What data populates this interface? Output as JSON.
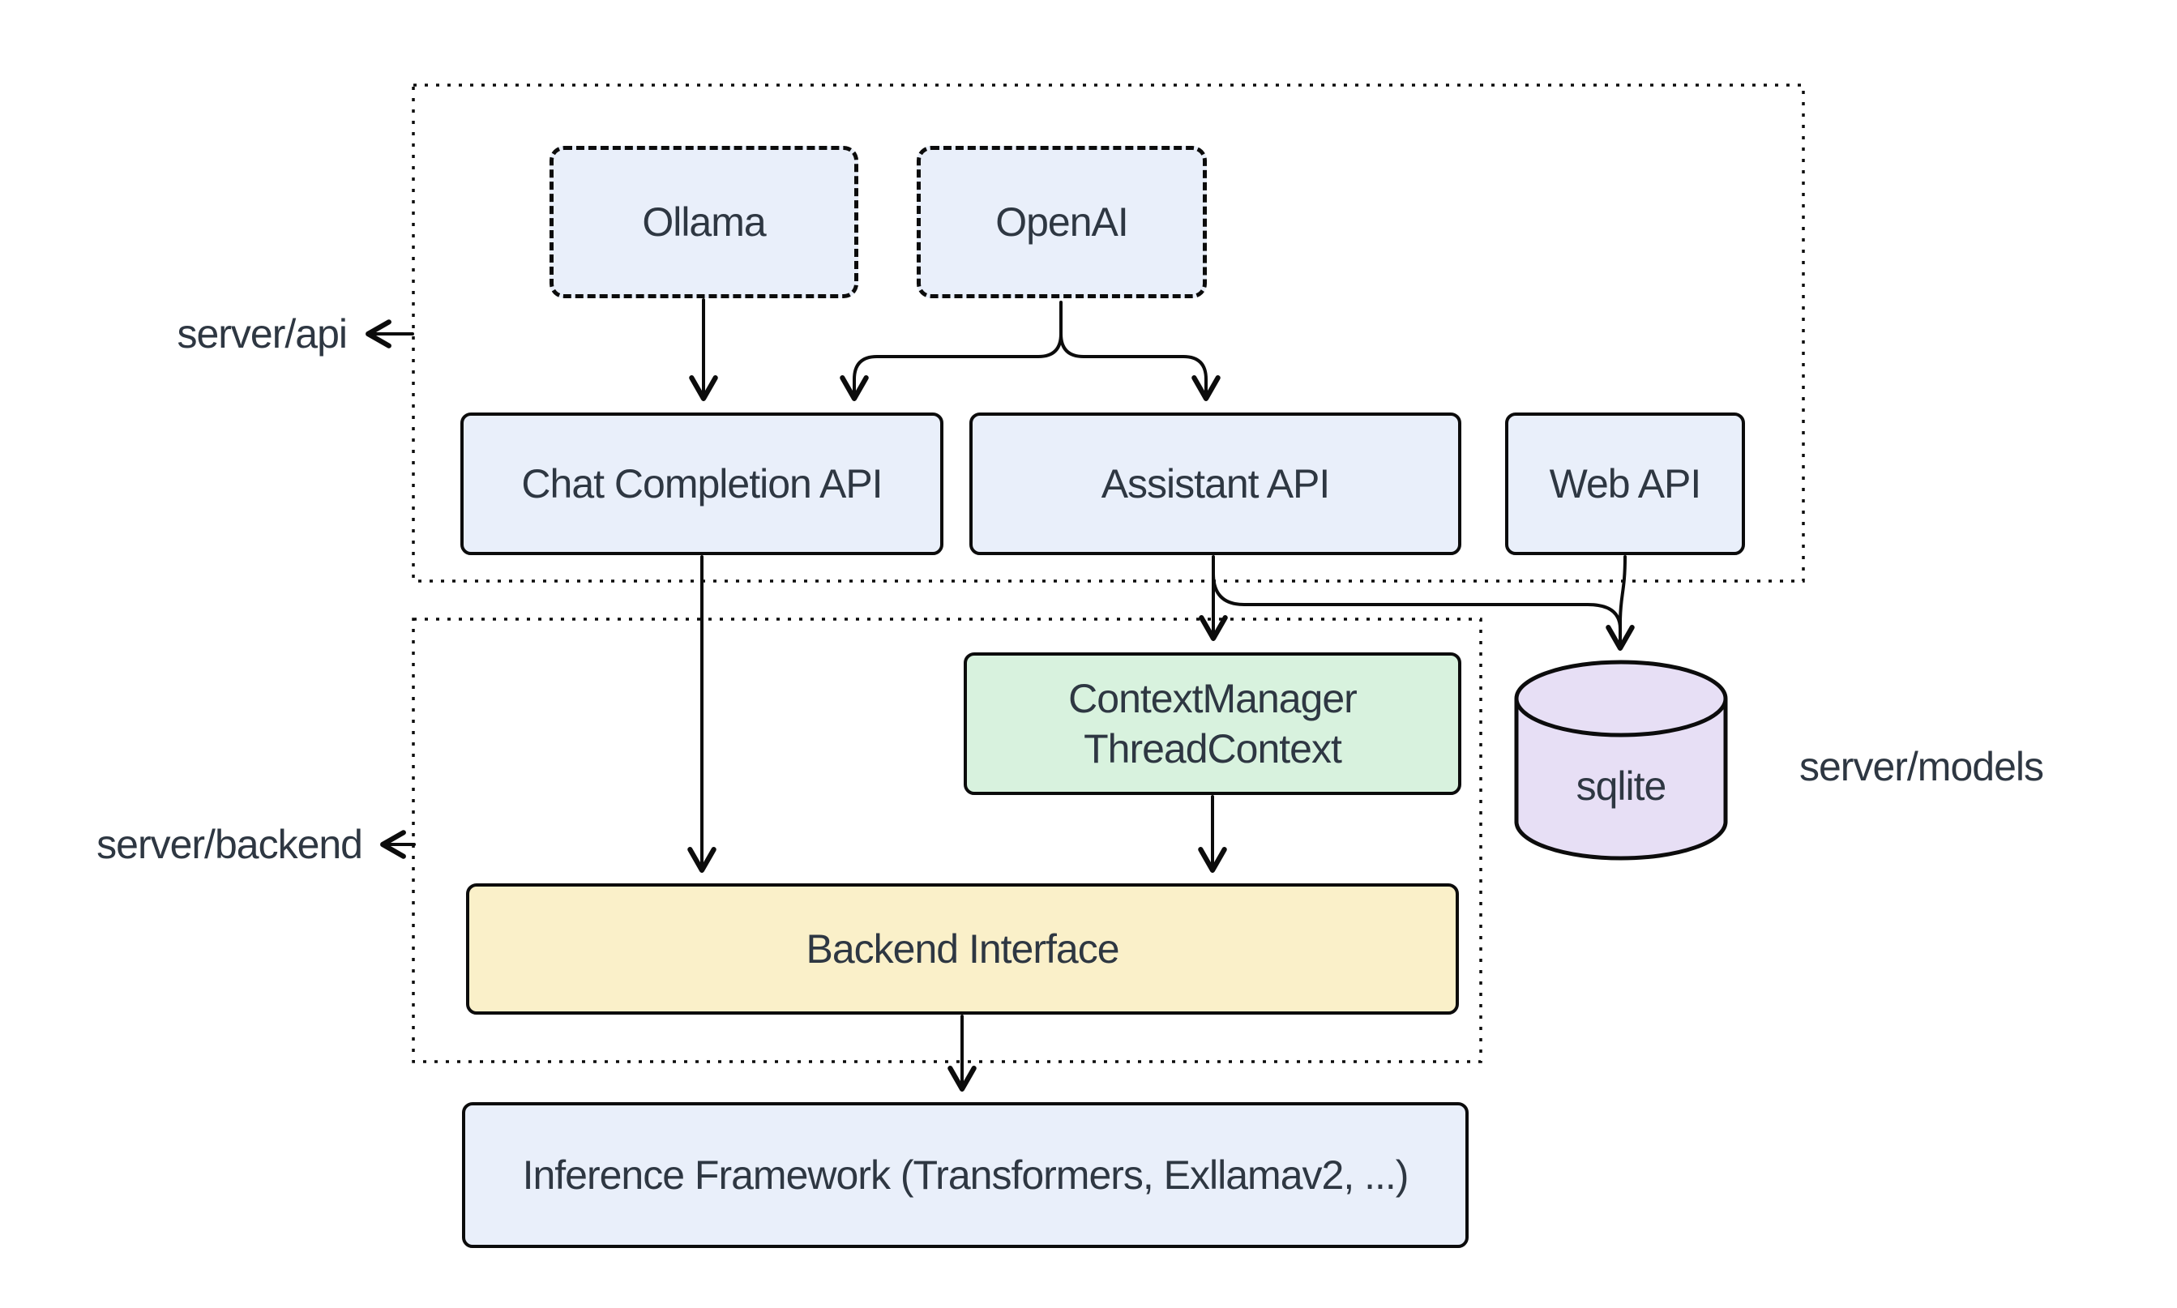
{
  "diagram": {
    "colors": {
      "background": "#ffffff",
      "line": "#0c0c0c",
      "text": "#2e3742",
      "node_fill_blue": "#e9effa",
      "node_fill_green": "#d8f2de",
      "node_fill_yellow": "#faf0c9",
      "node_fill_purple": "#e7dff5"
    },
    "containers": {
      "server_api": {
        "label": "server/api"
      },
      "server_backend": {
        "label": "server/backend"
      }
    },
    "labels": {
      "server_models": {
        "label": "server/models"
      }
    },
    "nodes": {
      "ollama": {
        "label": "Ollama"
      },
      "openai": {
        "label": "OpenAI"
      },
      "chat_completion_api": {
        "label": "Chat Completion API"
      },
      "assistant_api": {
        "label": "Assistant API"
      },
      "web_api": {
        "label": "Web API"
      },
      "context_manager": {
        "line1": "ContextManager",
        "line2": "ThreadContext"
      },
      "backend_interface": {
        "label": "Backend Interface"
      },
      "inference_framework": {
        "label": "Inference Framework (Transformers, Exllamav2, ...)"
      },
      "sqlite": {
        "label": "sqlite"
      }
    },
    "edges": [
      {
        "from": "Ollama",
        "to": "Chat Completion API"
      },
      {
        "from": "OpenAI",
        "to": "Chat Completion API"
      },
      {
        "from": "OpenAI",
        "to": "Assistant API"
      },
      {
        "from": "Assistant API",
        "to": "ContextManager ThreadContext"
      },
      {
        "from": "Assistant API",
        "to": "sqlite"
      },
      {
        "from": "Web API",
        "to": "sqlite"
      },
      {
        "from": "ContextManager ThreadContext",
        "to": "Backend Interface"
      },
      {
        "from": "Chat Completion API",
        "to": "Backend Interface"
      },
      {
        "from": "Backend Interface",
        "to": "Inference Framework (Transformers, Exllamav2, ...)"
      },
      {
        "from": "server/api container",
        "to": "server/api label"
      },
      {
        "from": "server/backend container",
        "to": "server/backend label"
      }
    ]
  }
}
